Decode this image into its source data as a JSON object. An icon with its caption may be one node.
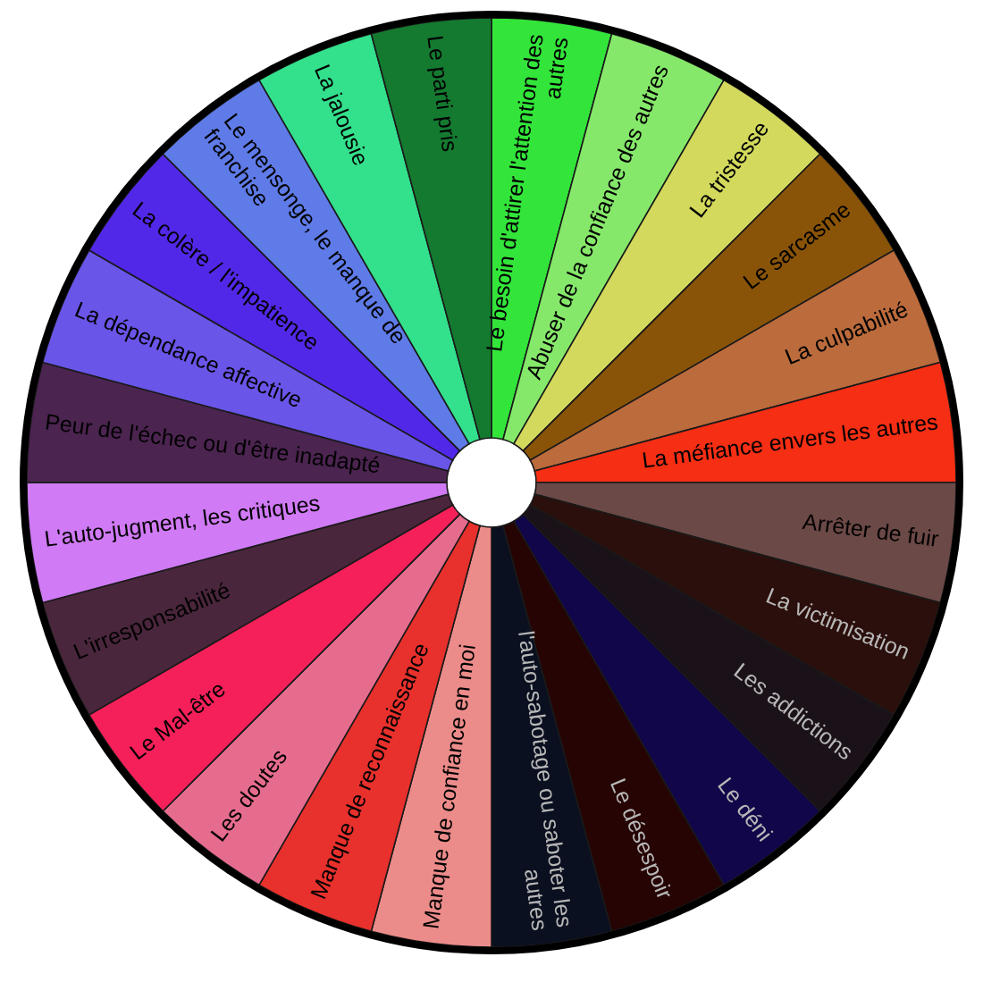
{
  "diagram": {
    "nodes": [
      {
        "text": [
          "Le besoin d'attirer l'attention des autres"
        ]
      },
      {
        "text": [
          "Abuser de la confiance des autres"
        ]
      },
      {
        "text": [
          "La tristesse"
        ]
      },
      {
        "text": [
          "Le sarcasme"
        ]
      },
      {
        "text": [
          "La culpabilité"
        ]
      },
      {
        "text": [
          "La méfiance envers les autres"
        ]
      },
      {
        "text": [
          "Arrêter de fuir"
        ]
      },
      {
        "text": [
          "La victimisation"
        ]
      },
      {
        "text": [
          "Les addictions"
        ]
      },
      {
        "text": [
          "Le déni"
        ]
      },
      {
        "text": [
          "Le désespoir"
        ]
      },
      {
        "text": [
          "l'auto-sabotage ou saboter les autres"
        ]
      },
      {
        "text": [
          "Manque de confiance en moi"
        ]
      },
      {
        "text": [
          "Manque de reconnaissance"
        ]
      },
      {
        "text": [
          "Les doutes"
        ]
      },
      {
        "text": [
          "Le Mal-être"
        ]
      },
      {
        "text": [
          "L'irresponsabilité"
        ]
      },
      {
        "text": [
          "L'auto-jugment, les critiques"
        ]
      },
      {
        "text": [
          "Peur de l'échec ou d'être inadapté"
        ]
      },
      {
        "text": [
          "La dépendance affective"
        ]
      },
      {
        "text": [
          "La colère / l'impatience"
        ]
      },
      {
        "text": [
          "Le mensonge, le manque de franchise"
        ]
      },
      {
        "text": [
          "La jalousie"
        ]
      },
      {
        "text": [
          "Le parti pris"
        ]
      }
    ]
  }
}
